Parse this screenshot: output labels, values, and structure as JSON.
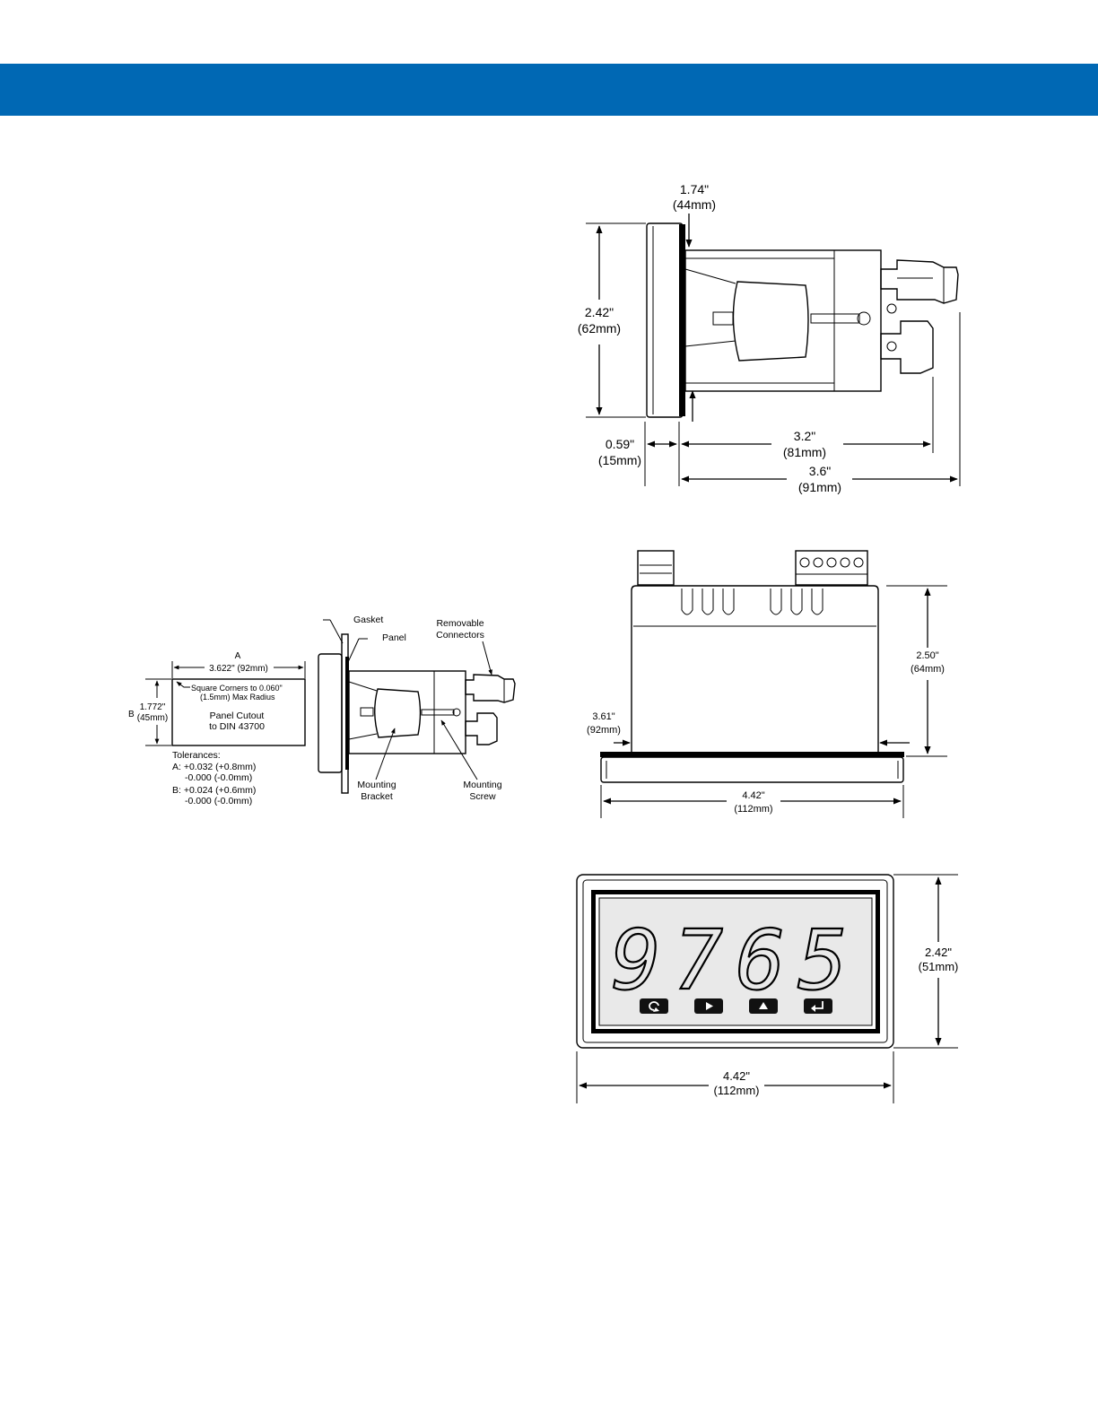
{
  "colors": {
    "banner": "#0068b4",
    "lcd_face": "#e9e9e9",
    "key": "#111111"
  },
  "side_view": {
    "face_depth": "1.74\"",
    "face_depth_mm": "(44mm)",
    "height": "2.42\"",
    "height_mm": "(62mm)",
    "bezel": "0.59\"",
    "bezel_mm": "(15mm)",
    "case_depth": "3.2\"",
    "case_depth_mm": "(81mm)",
    "overall_depth": "3.6\"",
    "overall_depth_mm": "(91mm)"
  },
  "mounting": {
    "cutout_a_letter": "A",
    "cutout_a": "3.622\" (92mm)",
    "corner_line1": "Square Corners to 0.060\"",
    "corner_line2": "(1.5mm) Max Radius",
    "cutout_b_letter": "B",
    "cutout_b": "1.772\"",
    "cutout_b_mm": "(45mm)",
    "cutout_title1": "Panel Cutout",
    "cutout_title2": "to DIN 43700",
    "tol_title": "Tolerances:",
    "tol_a1": "A: +0.032 (+0.8mm)",
    "tol_a2": "-0.000 (-0.0mm)",
    "tol_b1": "B: +0.024 (+0.6mm)",
    "tol_b2": "-0.000 (-0.0mm)",
    "gasket": "Gasket",
    "panel": "Panel",
    "removable1": "Removable",
    "removable2": "Connectors",
    "bracket1": "Mounting",
    "bracket2": "Bracket",
    "screw1": "Mounting",
    "screw2": "Screw"
  },
  "top_view": {
    "depth": "2.50\"",
    "depth_mm": "(64mm)",
    "case_width": "3.61\"",
    "case_width_mm": "(92mm)",
    "width": "4.42\"",
    "width_mm": "(112mm)"
  },
  "front_view": {
    "display": "9765",
    "height": "2.42\"",
    "height_mm": "(51mm)",
    "width": "4.42\"",
    "width_mm": "(112mm)",
    "keys": [
      "menu-icon",
      "right-arrow-icon",
      "up-arrow-icon",
      "enter-icon"
    ]
  }
}
